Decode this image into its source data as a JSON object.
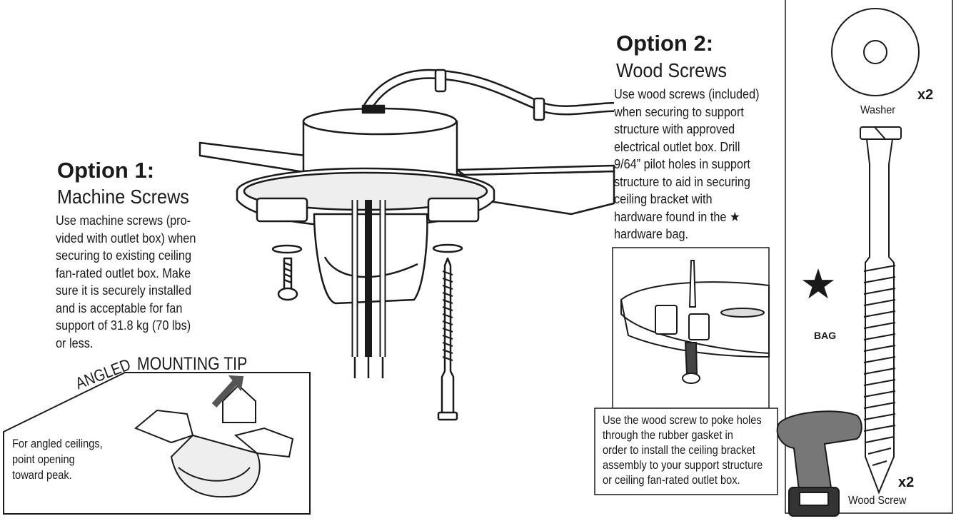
{
  "option1": {
    "title": "Option 1:",
    "subtitle": "Machine Screws",
    "body": "Use machine screws (pro-\nvided with outlet box) when\nsecuring to existing ceiling\nfan-rated outlet box. Make\nsure it is securely installed\nand is acceptable for fan\nsupport of 31.8 kg (70 lbs)\nor less."
  },
  "option2": {
    "title": "Option 2:",
    "subtitle": "Wood Screws",
    "body": "Use wood screws (included)\nwhen securing to support\nstructure with approved\nelectrical outlet box. Drill\n9/64” pilot holes in support\nstructure to aid in securing\nceiling bracket with\nhardware found in the ★\nhardware bag."
  },
  "tip": {
    "label_angled": "ANGLED",
    "label_mounting": "MOUNTING TIP",
    "body": "For angled ceilings,\npoint opening\ntoward peak."
  },
  "detail_caption": "Use the wood screw to poke holes\nthrough the rubber gasket in\norder to install the ceiling bracket\nassembly to your support structure\nor ceiling fan-rated outlet box.",
  "hardware": {
    "washer_label": "Washer",
    "washer_qty": "x2",
    "bag_label": "BAG",
    "screw_label": "Wood Screw",
    "screw_qty": "x2"
  },
  "icons": [
    "star-icon",
    "house-arrow-icon",
    "drill-icon",
    "washer-icon",
    "wood-screw-icon"
  ]
}
